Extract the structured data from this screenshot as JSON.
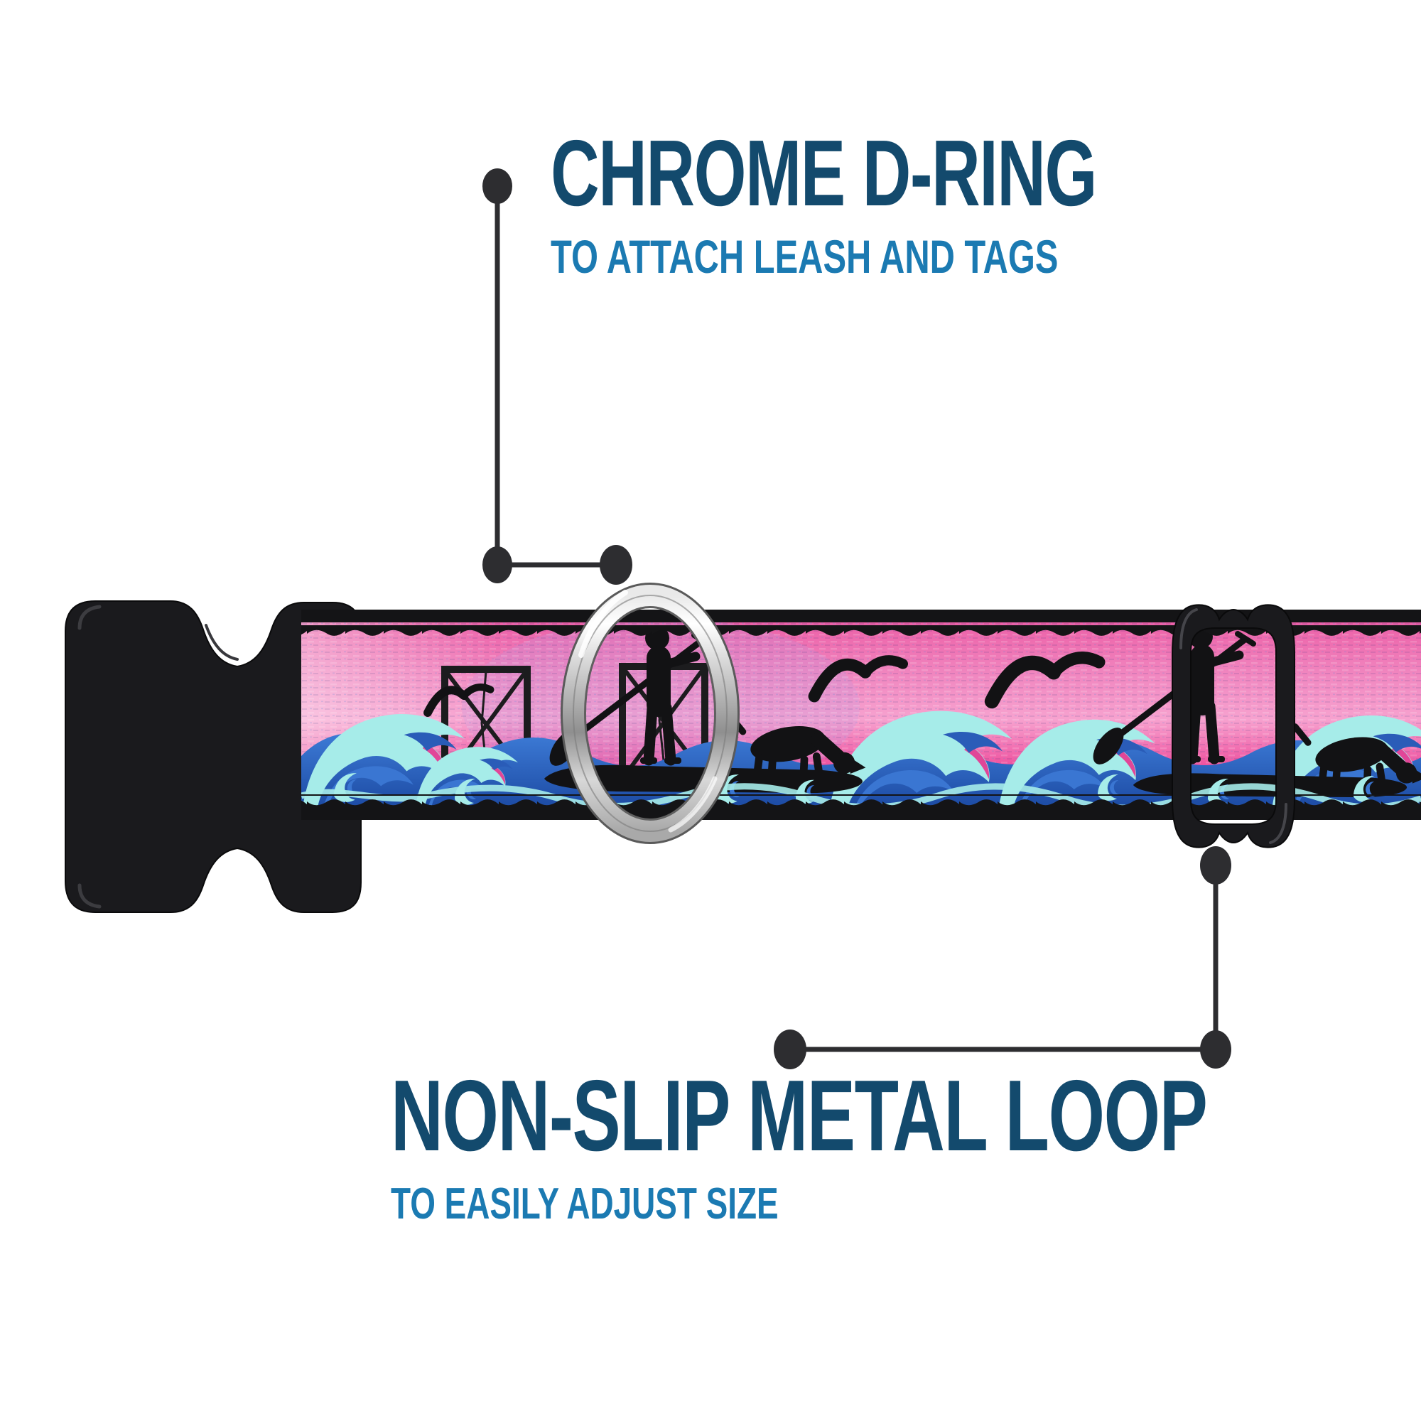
{
  "page": {
    "type": "product-feature-infographic",
    "background_color": "#ffffff"
  },
  "callouts": {
    "dring": {
      "title": "CHROME D-RING",
      "subtitle": "TO ATTACH LEASH AND TAGS"
    },
    "loop": {
      "title": "NON-SLIP METAL LOOP",
      "subtitle": "TO EASILY ADJUST SIZE"
    }
  },
  "colors": {
    "callout_title_navy": "#134a6d",
    "callout_subtitle_blue": "#1b7ab2",
    "leader_line_dark": "#2d2d30",
    "webbing_pink_top": "#ed62a8",
    "webbing_pink_light": "#f7a2cf",
    "webbing_pink_hot": "#ee4f9d",
    "wave_aqua": "#a6ece9",
    "wave_blue": "#3a76d2",
    "wave_deep_blue": "#1c4aa3",
    "wave_pink_accent": "#e8348f",
    "silhouette_black": "#121214",
    "hardware_plastic_black": "#1a1a1d",
    "chrome_highlight": "#ffffff",
    "chrome_mid": "#949494"
  },
  "scene_elements": [
    "side-release-buckle",
    "printed-webbing",
    "chrome-d-ring",
    "tri-glide-slider-loop",
    "paddleboarder-silhouette",
    "dog-on-paddleboard-silhouette",
    "seagull-silhouette",
    "ocean-wave-pattern",
    "window-frame-motif"
  ]
}
